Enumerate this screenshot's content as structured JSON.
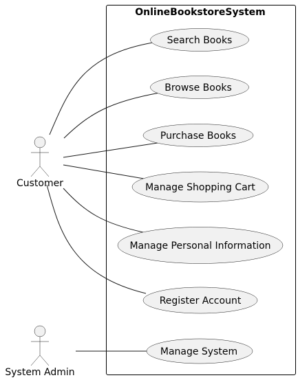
{
  "system": {
    "title": "OnlineBookstoreSystem"
  },
  "actors": [
    {
      "id": "customer",
      "label": "Customer"
    },
    {
      "id": "system-admin",
      "label": "System Admin"
    }
  ],
  "use_cases": [
    {
      "id": "search-books",
      "label": "Search Books"
    },
    {
      "id": "browse-books",
      "label": "Browse Books"
    },
    {
      "id": "purchase-books",
      "label": "Purchase Books"
    },
    {
      "id": "manage-shopping-cart",
      "label": "Manage Shopping Cart"
    },
    {
      "id": "manage-personal-information",
      "label": "Manage Personal Information"
    },
    {
      "id": "register-account",
      "label": "Register Account"
    },
    {
      "id": "manage-system",
      "label": "Manage System"
    }
  ],
  "associations": [
    {
      "from": "customer",
      "to": "search-books"
    },
    {
      "from": "customer",
      "to": "browse-books"
    },
    {
      "from": "customer",
      "to": "purchase-books"
    },
    {
      "from": "customer",
      "to": "manage-shopping-cart"
    },
    {
      "from": "customer",
      "to": "manage-personal-information"
    },
    {
      "from": "customer",
      "to": "register-account"
    },
    {
      "from": "system-admin",
      "to": "manage-system"
    }
  ],
  "colors": {
    "fill": "#f1f1f1",
    "stroke": "#181818",
    "boundary": "#000000",
    "background": "#ffffff"
  }
}
